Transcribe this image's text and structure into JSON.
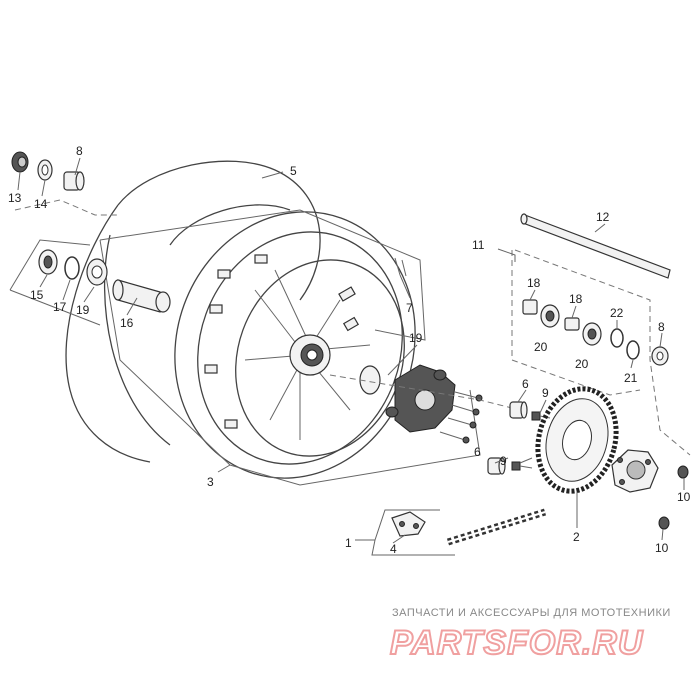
{
  "callouts": {
    "c1": "1",
    "c2": "2",
    "c3": "3",
    "c4": "4",
    "c5": "5",
    "c6a": "6",
    "c6b": "6",
    "c7": "7",
    "c8a": "8",
    "c8b": "8",
    "c9a": "9",
    "c9b": "9",
    "c10a": "10",
    "c10b": "10",
    "c11": "11",
    "c12": "12",
    "c13": "13",
    "c14": "14",
    "c15": "15",
    "c16": "16",
    "c17": "17",
    "c18a": "18",
    "c18b": "18",
    "c19a": "19",
    "c19b": "19",
    "c20a": "20",
    "c20b": "20",
    "c21": "21",
    "c22": "22"
  },
  "watermark": {
    "tagline": "ЗАПЧАСТИ И АКСЕССУАРЫ ДЛЯ МОТОТЕХНИКИ",
    "brand": "PARTSFOR.RU"
  }
}
